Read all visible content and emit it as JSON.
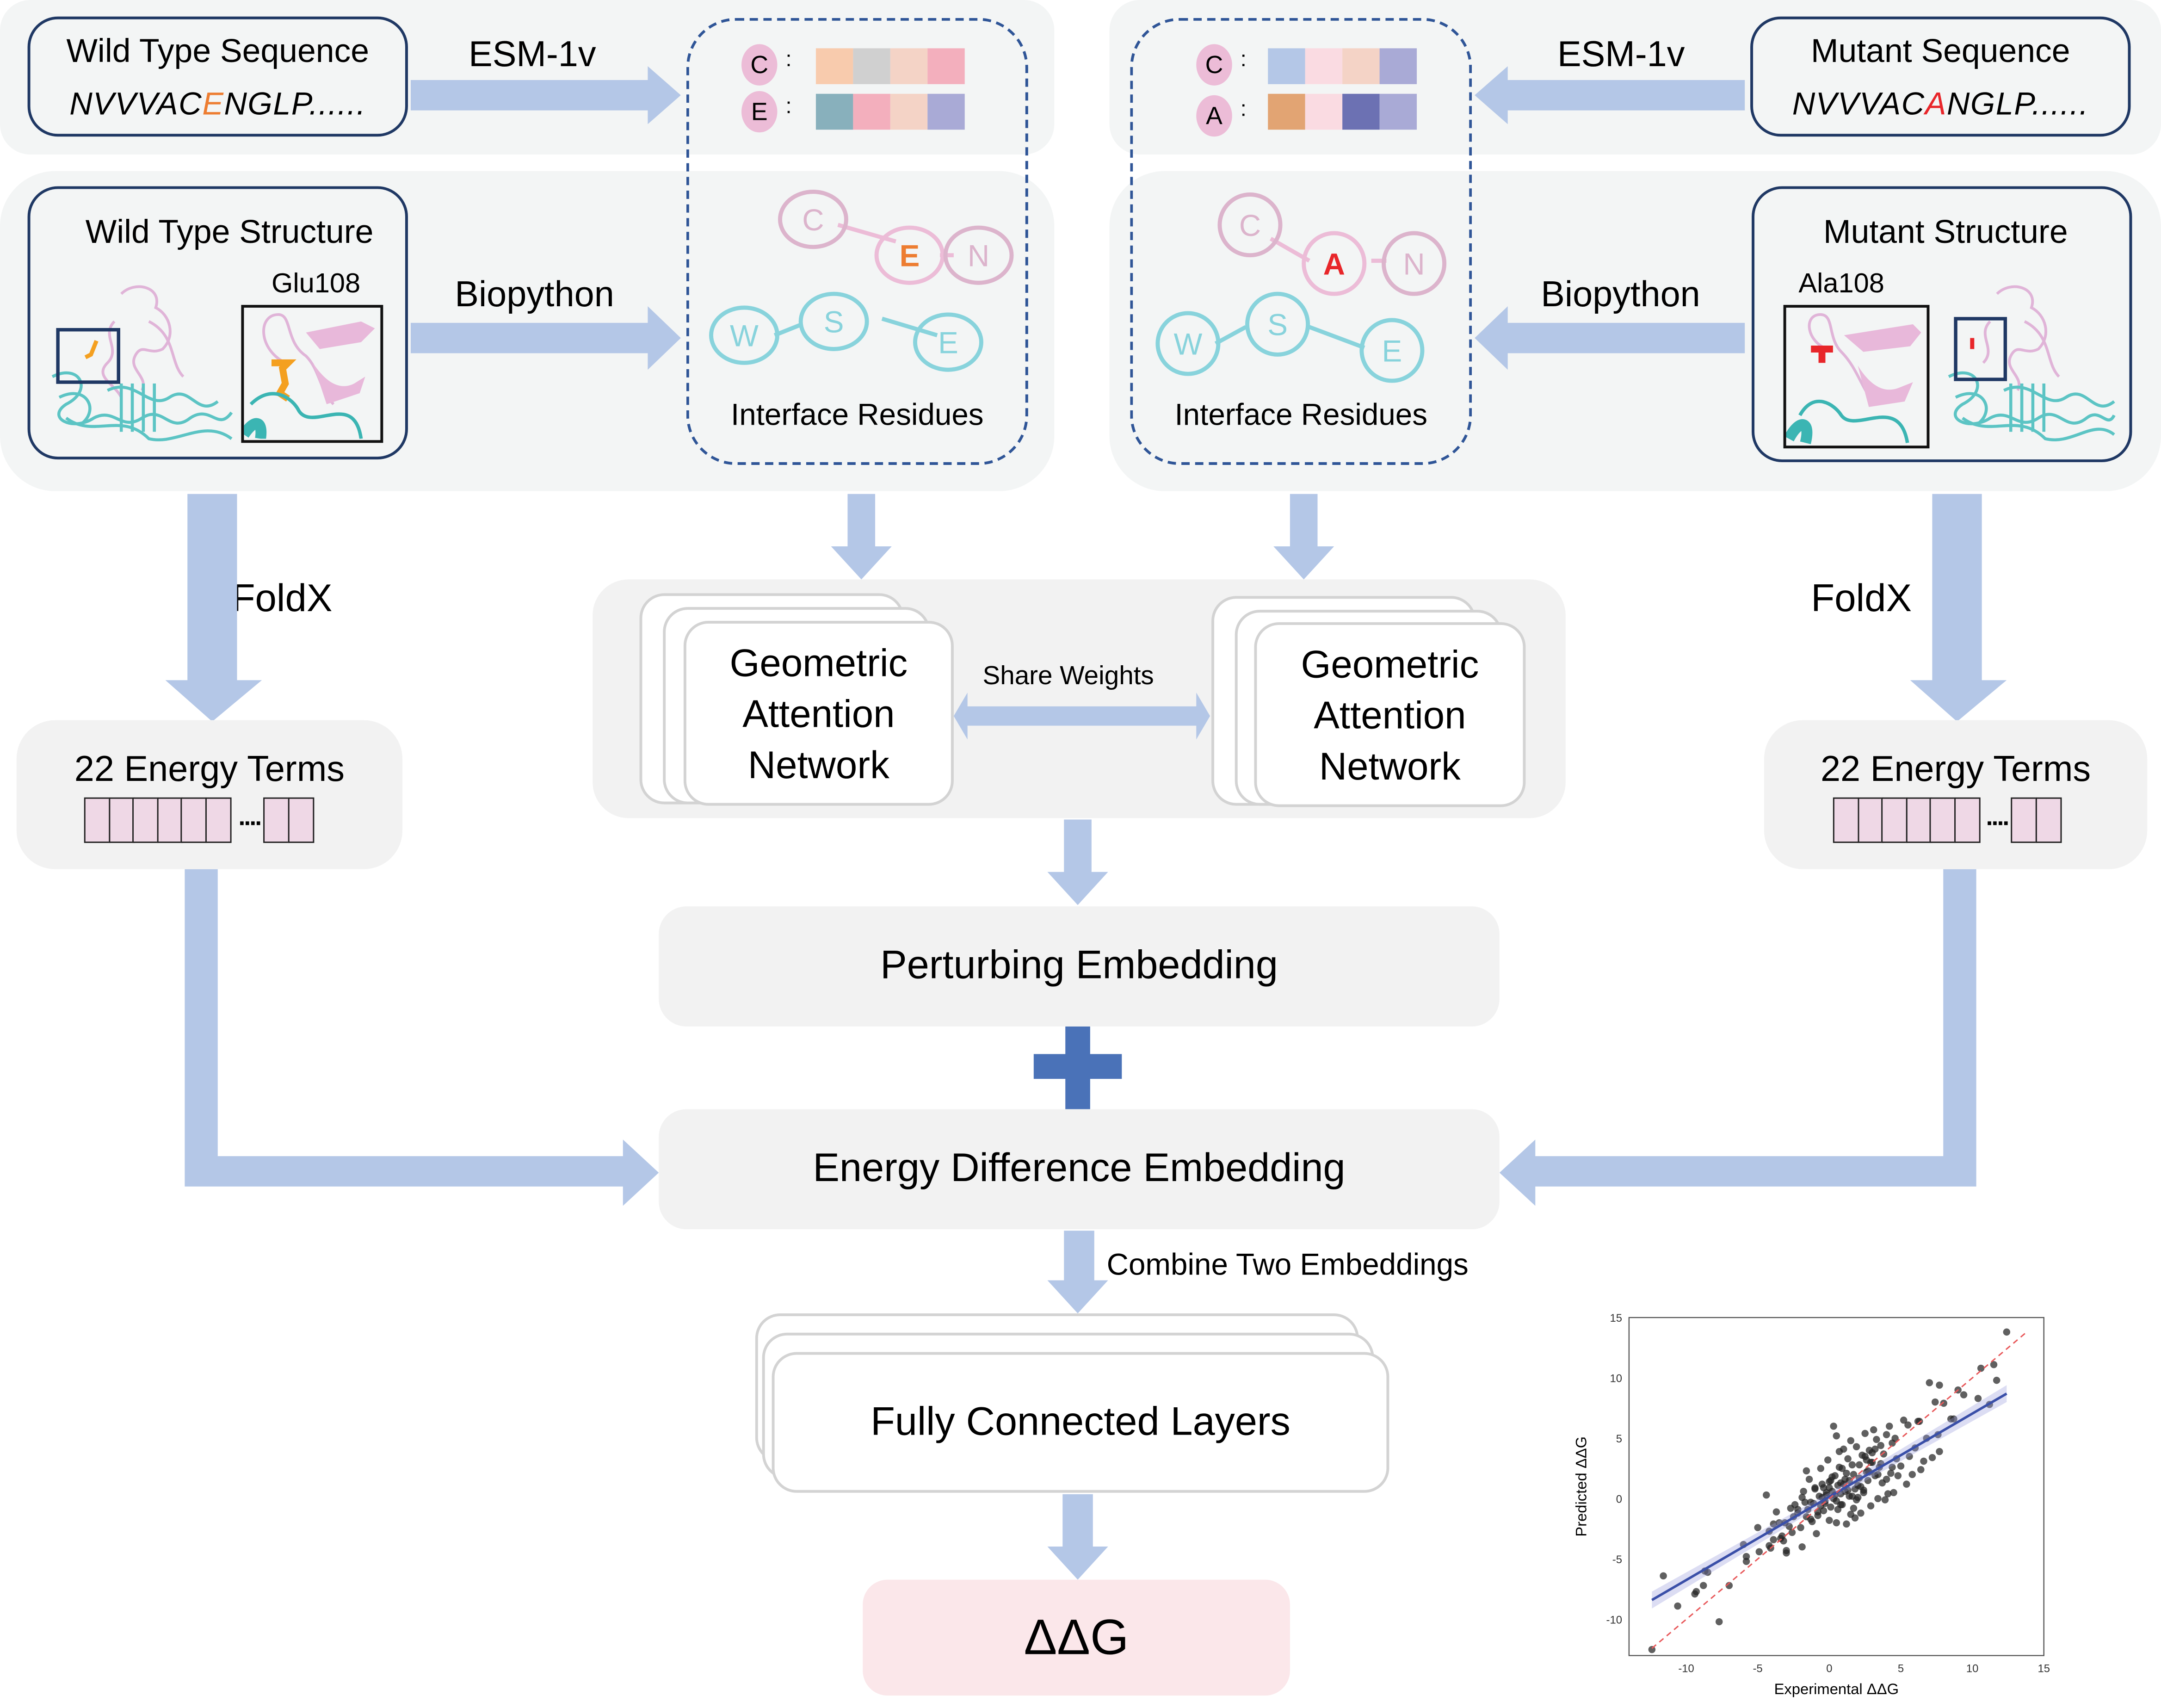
{
  "wild_type": {
    "sequence_box": {
      "title": "Wild Type Sequence",
      "seq_prefix": "NVVVAC",
      "seq_mutated": "E",
      "seq_suffix": "NGLP",
      "seq_ellipsis": "......",
      "mutated_color": "#ed7d31"
    },
    "structure_box": {
      "title": "Wild Type Structure",
      "residue_label": "Glu108",
      "highlight_color": "#f4a020"
    },
    "esm_label": "ESM-1v",
    "biopython_label": "Biopython",
    "foldx_label": "FoldX",
    "embedding": {
      "rows": [
        {
          "residue": "C",
          "colors": [
            "#f8cbad",
            "#d0d0d0",
            "#f4d3c6",
            "#f3afbd"
          ]
        },
        {
          "residue": "E",
          "colors": [
            "#88b0bc",
            "#f3afbd",
            "#f4d3c6",
            "#a9aad6"
          ]
        }
      ]
    },
    "graph": {
      "top_nodes": [
        "C",
        "E",
        "N"
      ],
      "bottom_nodes": [
        "W",
        "S",
        "E"
      ],
      "mutated_node_color": "#ed7d31"
    },
    "interface_label": "Interface Residues",
    "energy_terms_label": "22 Energy Terms"
  },
  "mutant": {
    "sequence_box": {
      "title": "Mutant Sequence",
      "seq_prefix": "NVVVAC",
      "seq_mutated": "A",
      "seq_suffix": "NGLP",
      "seq_ellipsis": "......",
      "mutated_color": "#e8262a"
    },
    "structure_box": {
      "title": "Mutant Structure",
      "residue_label": "Ala108",
      "highlight_color": "#e8262a"
    },
    "esm_label": "ESM-1v",
    "biopython_label": "Biopython",
    "foldx_label": "FoldX",
    "embedding": {
      "rows": [
        {
          "residue": "C",
          "colors": [
            "#b4c7e7",
            "#fadbe2",
            "#f4d3c6",
            "#a9aad6"
          ]
        },
        {
          "residue": "A",
          "colors": [
            "#e2a473",
            "#fadbe2",
            "#6c71b3",
            "#a9aad6"
          ]
        }
      ]
    },
    "graph": {
      "top_nodes": [
        "C",
        "A",
        "N"
      ],
      "bottom_nodes": [
        "W",
        "S",
        "E"
      ],
      "mutated_node_color": "#e8262a"
    },
    "interface_label": "Interface Residues",
    "energy_terms_label": "22 Energy Terms"
  },
  "network": {
    "left_label": "Geometric Attention Network",
    "right_label": "Geometric Attention Network",
    "left_lines": [
      "Geometric",
      "Attention",
      "Network"
    ],
    "right_lines": [
      "Geometric",
      "Attention",
      "Network"
    ],
    "share_label": "Share Weights"
  },
  "perturbing_label": "Perturbing Embedding",
  "energy_diff_label": "Energy Difference Embedding",
  "combine_label": "Combine Two Embeddings",
  "fc_label": "Fully Connected Layers",
  "output_label": "ΔΔG",
  "colors": {
    "arrow": "#b4c7e7",
    "plus": "#4a72b8",
    "panel": "#f3f5f5",
    "box_border": "#1f3864",
    "dashed": "#2f5597",
    "output_bg": "#fbe7ea",
    "pink_node": "#dcb4cc",
    "cyan_node": "#88d3dc"
  },
  "chart_data": {
    "type": "scatter",
    "title": "",
    "xlabel": "Experimental ΔΔG",
    "ylabel": "Predicted ΔΔG",
    "xlim": [
      -14,
      15
    ],
    "ylim": [
      -13,
      15
    ],
    "xticks": [
      -10,
      -5,
      0,
      5,
      10,
      15
    ],
    "yticks": [
      -10,
      -5,
      0,
      5,
      10,
      15
    ],
    "xtick_labels": [
      "-10",
      "-5",
      "0",
      "5",
      "10",
      "15"
    ],
    "ytick_labels": [
      "-10",
      "-5",
      "0",
      "5",
      "10",
      "15"
    ],
    "grid": false,
    "series": [
      {
        "name": "points",
        "type": "scatter",
        "color": "#333333",
        "x": [
          -12.4,
          -11.6,
          -10.6,
          -9.4,
          -9.3,
          -8.8,
          -8.7,
          -8.5,
          -7.7,
          -7.0,
          -6.0,
          -5.8,
          -5.8,
          -5.0,
          -4.9,
          -4.4,
          -4.2,
          -4.2,
          -4.1,
          -3.9,
          -3.9,
          -3.7,
          -3.5,
          -3.4,
          -3.3,
          -3.2,
          -3.1,
          -3.0,
          -3.0,
          -2.8,
          -2.7,
          -2.6,
          -2.5,
          -2.4,
          -2.2,
          -2.0,
          -1.9,
          -1.8,
          -1.7,
          -1.6,
          -1.5,
          -1.4,
          -1.3,
          -1.2,
          -1.1,
          -1.0,
          -0.9,
          -0.8,
          -0.7,
          -0.6,
          -0.5,
          -0.4,
          -0.3,
          -0.2,
          -0.1,
          0.0,
          0.1,
          0.2,
          0.3,
          0.4,
          0.5,
          0.6,
          0.7,
          0.8,
          0.9,
          1.0,
          1.1,
          1.2,
          1.3,
          1.4,
          1.5,
          1.6,
          1.7,
          1.8,
          1.9,
          2.0,
          2.1,
          2.2,
          2.3,
          2.4,
          2.5,
          2.6,
          2.7,
          2.8,
          2.9,
          3.0,
          3.1,
          3.2,
          3.3,
          3.4,
          3.5,
          3.6,
          3.7,
          3.8,
          3.9,
          4.0,
          4.1,
          4.2,
          4.3,
          4.4,
          4.5,
          4.6,
          4.7,
          4.8,
          5.0,
          5.2,
          5.4,
          5.6,
          5.8,
          6.0,
          6.2,
          6.4,
          6.6,
          6.8,
          7.0,
          7.2,
          7.4,
          7.6,
          7.7,
          8.0,
          8.5,
          8.7,
          9.0,
          9.4,
          10.4,
          10.6,
          11.2,
          11.5,
          11.7,
          12.4,
          -0.5,
          0.2,
          0.8,
          1.4,
          2.1,
          2.7,
          -1.0,
          -0.3,
          0.5,
          1.1,
          1.8,
          2.4,
          3.0,
          0.0,
          0.6,
          1.2,
          -0.8,
          0.3,
          1.6,
          2.2,
          3.4,
          0.9,
          -0.2,
          1.5,
          2.6,
          0.4,
          1.0,
          -1.3,
          0.7,
          2.0,
          3.2,
          4.0,
          -0.6,
          1.3,
          2.9,
          0.1,
          1.9,
          0.8,
          -0.4,
          2.5,
          3.6,
          1.7,
          0.5,
          -1.6,
          4.4,
          5.5,
          6.3,
          7.7,
          -2.2,
          -1.9,
          0.0,
          2.8
        ],
        "y": [
          -12.5,
          -6.4,
          -8.9,
          -7.9,
          -7.7,
          -7.2,
          -6.0,
          -6.1,
          -10.2,
          -7.2,
          -3.8,
          -4.8,
          -5.2,
          -2.4,
          -4.4,
          0.3,
          -2.7,
          -3.9,
          -4.1,
          -2.1,
          -3.4,
          -1.1,
          -2.0,
          -3.3,
          -3.1,
          -3.5,
          -2.0,
          -4.3,
          -4.5,
          -2.3,
          -0.8,
          -2.8,
          -1.5,
          -0.5,
          -1.2,
          -2.4,
          -4.0,
          0.6,
          -0.3,
          2.3,
          -0.9,
          1.6,
          -1.7,
          -1.9,
          -0.4,
          0.8,
          -2.9,
          -1.4,
          0.2,
          -0.6,
          1.2,
          -1.0,
          -0.2,
          0.5,
          3.2,
          0.9,
          -0.7,
          1.8,
          6.0,
          0.3,
          5.2,
          1.1,
          3.9,
          -0.5,
          2.5,
          4.1,
          0.6,
          -2.1,
          3.3,
          1.5,
          4.8,
          0.2,
          2.0,
          -1.6,
          4.3,
          1.1,
          2.8,
          -1.2,
          3.6,
          0.7,
          5.4,
          2.2,
          1.5,
          4.0,
          -0.6,
          3.0,
          5.7,
          1.9,
          4.9,
          0.0,
          2.6,
          4.4,
          1.3,
          3.7,
          -0.1,
          5.3,
          0.4,
          6.0,
          2.1,
          4.6,
          0.5,
          5.0,
          3.3,
          1.9,
          2.7,
          6.5,
          1.2,
          3.5,
          2.0,
          4.2,
          6.4,
          2.4,
          3.1,
          5.0,
          9.6,
          3.4,
          8.0,
          5.3,
          9.4,
          7.9,
          6.6,
          6.6,
          9.0,
          8.6,
          8.3,
          10.8,
          7.8,
          11.1,
          9.8,
          13.8,
          0.1,
          0.6,
          1.3,
          0.2,
          1.7,
          2.3,
          0.9,
          -0.4,
          -0.2,
          1.6,
          0.8,
          0.5,
          3.8,
          1.4,
          -0.9,
          2.1,
          -1.1,
          0.0,
          2.8,
          1.0,
          2.0,
          -0.5,
          0.3,
          -1.3,
          3.2,
          1.9,
          1.2,
          -0.3,
          2.6,
          0.1,
          4.1,
          1.6,
          2.5,
          0.7,
          3.0,
          1.5,
          -0.1,
          0.4,
          0.9,
          3.5,
          2.9,
          -0.8,
          -2.0,
          -1.5,
          2.6,
          6.1,
          6.4,
          3.9,
          -0.9,
          0.1,
          -1.8,
          2.2
        ]
      },
      {
        "name": "regression fit",
        "type": "line",
        "color": "#3a4fa8",
        "x": [
          -12.4,
          12.4
        ],
        "y": [
          -8.4,
          8.7
        ]
      },
      {
        "name": "identity y=x",
        "type": "line",
        "style": "dashed",
        "color": "#e8585a",
        "x": [
          -12.4,
          13.8
        ],
        "y": [
          -12.4,
          13.8
        ]
      }
    ]
  }
}
